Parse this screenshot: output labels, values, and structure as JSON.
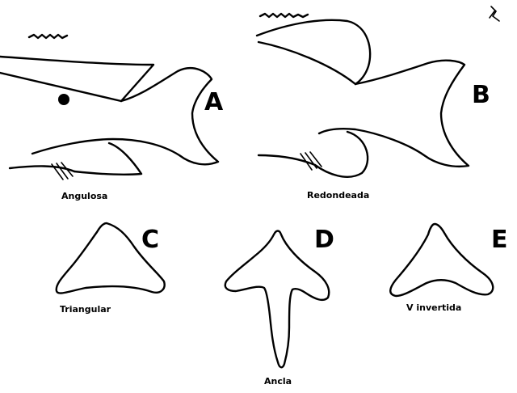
{
  "panels": {
    "A": {
      "letter": "A",
      "caption": "Angulosa"
    },
    "B": {
      "letter": "B",
      "caption": "Redondeada"
    },
    "C": {
      "letter": "C",
      "caption": "Triangular"
    },
    "D": {
      "letter": "D",
      "caption": "Ancla"
    },
    "E": {
      "letter": "E",
      "caption": "V invertida"
    }
  },
  "colors": {
    "ink": "#000000",
    "background": "#ffffff"
  }
}
